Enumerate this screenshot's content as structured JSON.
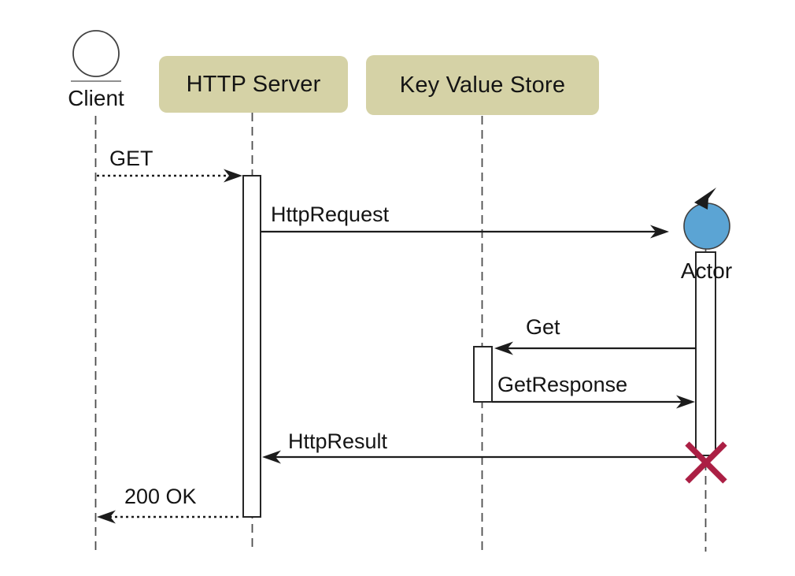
{
  "diagram": {
    "kind": "uml-sequence-diagram",
    "colors": {
      "background": "#ffffff",
      "participant_box": "#d5d2a6",
      "actor_fill": "#5ba4d4",
      "destroy_x": "#ab1f44",
      "message_line": "#1c1c1c",
      "lifeline": "#4d4d4d",
      "icon_stroke": "#404040",
      "activation_fill": "#ffffff",
      "activation_stroke": "#262626"
    },
    "participants": [
      {
        "id": "client",
        "label": "Client",
        "kind": "interface-circle"
      },
      {
        "id": "http-server",
        "label": "HTTP Server",
        "kind": "box"
      },
      {
        "id": "kv-store",
        "label": "Key Value Store",
        "kind": "box"
      },
      {
        "id": "actor",
        "label": "Actor",
        "kind": "active-object-circle"
      }
    ],
    "messages": [
      {
        "label": "GET",
        "from": "client",
        "to": "http-server",
        "style": "dotted"
      },
      {
        "label": "HttpRequest",
        "from": "http-server",
        "to": "actor",
        "style": "solid"
      },
      {
        "label": "Get",
        "from": "actor",
        "to": "kv-store",
        "style": "solid"
      },
      {
        "label": "GetResponse",
        "from": "kv-store",
        "to": "actor",
        "style": "solid"
      },
      {
        "label": "HttpResult",
        "from": "actor",
        "to": "http-server",
        "style": "solid"
      },
      {
        "label": "200 OK",
        "from": "http-server",
        "to": "client",
        "style": "dotted"
      }
    ],
    "notations": {
      "destroy_marker": "x-at-actor-lifeline-end",
      "loop_arrow": "counterclockwise-arrow-on-actor-circle"
    }
  }
}
